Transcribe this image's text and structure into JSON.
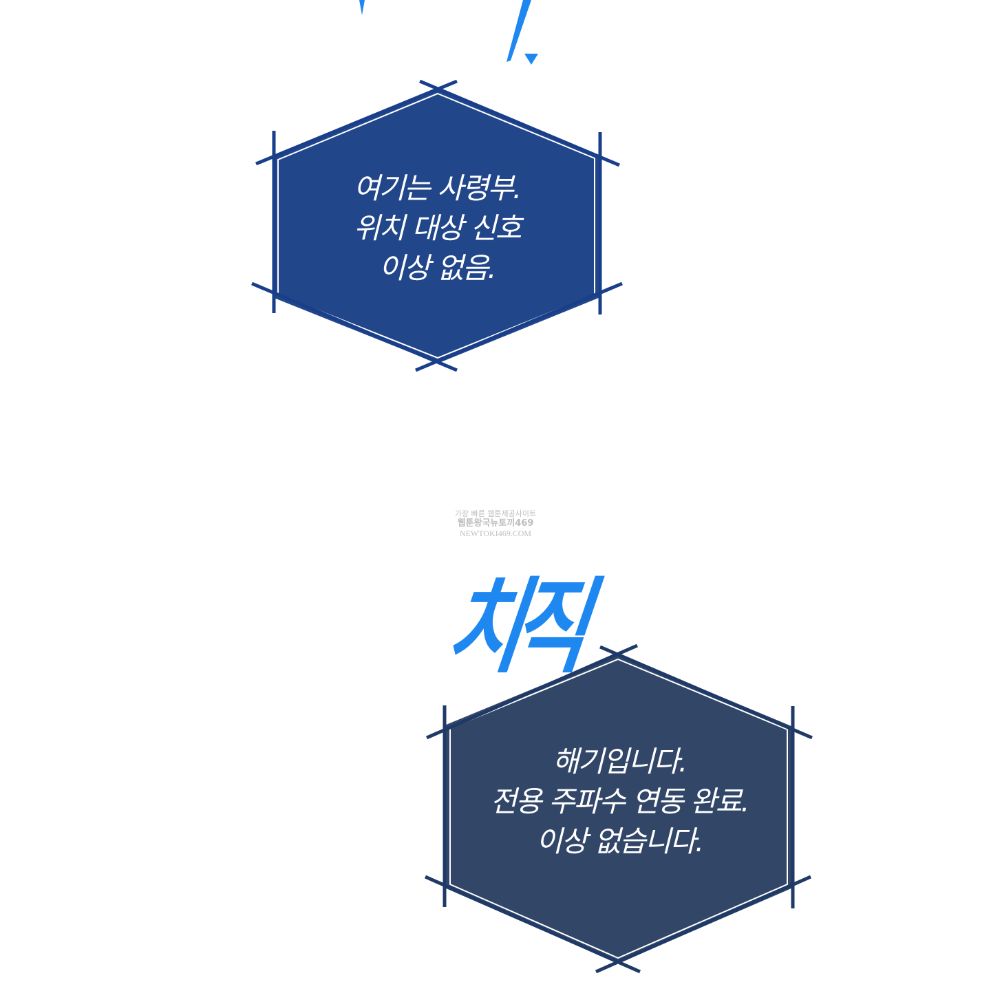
{
  "panel1": {
    "text": "여기는 사령부.\n위치 대상 신호\n이상 없음.",
    "fill": "#21468a"
  },
  "panel2": {
    "text": "해기입니다.\n전용 주파수 연동 완료.\n이상 없습니다.",
    "fill": "#324668"
  },
  "sound_effect": "치직",
  "watermark": {
    "line1": "가장 빠른 웹툰제공사이트",
    "line2": "웹툰왕국뉴토끼469",
    "line3": "NEWTOKI469.COM"
  },
  "colors": {
    "sfx": "#1e88f0",
    "frame": "#1a3f8a"
  }
}
